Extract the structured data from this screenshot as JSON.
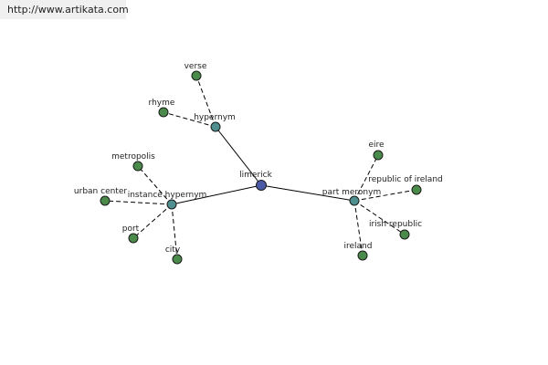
{
  "header": {
    "url": "http://www.artikata.com"
  },
  "graph": {
    "colors": {
      "root": "#4a5aa8",
      "relation": "#4f8f8f",
      "leaf": "#4a8a4a",
      "edge": "#000000"
    },
    "nodes": [
      {
        "id": "limerick",
        "label": "limerick",
        "kind": "root"
      },
      {
        "id": "hypernym",
        "label": "hypernym",
        "kind": "relation"
      },
      {
        "id": "instance-hypernym",
        "label": "instance hypernym",
        "kind": "relation"
      },
      {
        "id": "part-meronym",
        "label": "part meronym",
        "kind": "relation"
      },
      {
        "id": "verse",
        "label": "verse",
        "kind": "leaf"
      },
      {
        "id": "rhyme",
        "label": "rhyme",
        "kind": "leaf"
      },
      {
        "id": "metropolis",
        "label": "metropolis",
        "kind": "leaf"
      },
      {
        "id": "urban-center",
        "label": "urban center",
        "kind": "leaf"
      },
      {
        "id": "port",
        "label": "port",
        "kind": "leaf"
      },
      {
        "id": "city",
        "label": "city",
        "kind": "leaf"
      },
      {
        "id": "eire",
        "label": "eire",
        "kind": "leaf"
      },
      {
        "id": "republic-of-ireland",
        "label": "republic of ireland",
        "kind": "leaf"
      },
      {
        "id": "irish-republic",
        "label": "irish republic",
        "kind": "leaf"
      },
      {
        "id": "ireland",
        "label": "ireland",
        "kind": "leaf"
      }
    ],
    "edges": [
      {
        "from": "limerick",
        "to": "hypernym",
        "style": "solid"
      },
      {
        "from": "limerick",
        "to": "instance-hypernym",
        "style": "solid"
      },
      {
        "from": "limerick",
        "to": "part-meronym",
        "style": "solid"
      },
      {
        "from": "hypernym",
        "to": "verse",
        "style": "dashed"
      },
      {
        "from": "hypernym",
        "to": "rhyme",
        "style": "dashed"
      },
      {
        "from": "instance-hypernym",
        "to": "metropolis",
        "style": "dashed"
      },
      {
        "from": "instance-hypernym",
        "to": "urban-center",
        "style": "dashed"
      },
      {
        "from": "instance-hypernym",
        "to": "port",
        "style": "dashed"
      },
      {
        "from": "instance-hypernym",
        "to": "city",
        "style": "dashed"
      },
      {
        "from": "part-meronym",
        "to": "eire",
        "style": "dashed"
      },
      {
        "from": "part-meronym",
        "to": "republic-of-ireland",
        "style": "dashed"
      },
      {
        "from": "part-meronym",
        "to": "irish-republic",
        "style": "dashed"
      },
      {
        "from": "part-meronym",
        "to": "ireland",
        "style": "dashed"
      }
    ]
  }
}
